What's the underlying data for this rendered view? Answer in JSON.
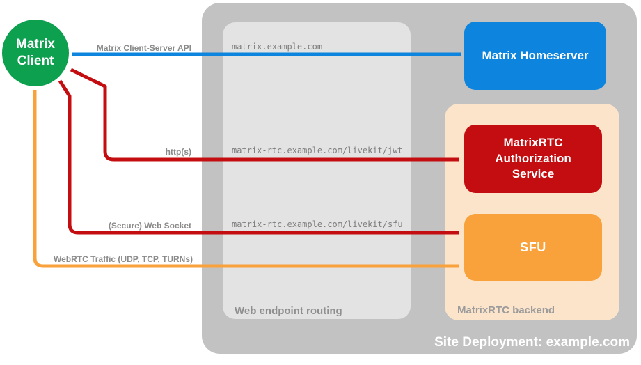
{
  "title": "MatrixRTC site deployment diagram",
  "colors": {
    "client_green": "#0ca04f",
    "homeserver_blue": "#0d84dd",
    "auth_red": "#c40d10",
    "sfu_orange": "#f9a23c",
    "backend_peach": "#fce4cb",
    "site_gray": "#c2c2c2",
    "routing_gray": "#e3e3e3",
    "label_gray": "#8a8a8a"
  },
  "client": {
    "label": "Matrix Client"
  },
  "containers": {
    "site": {
      "label": "Site Deployment: example.com"
    },
    "routing": {
      "label": "Web endpoint routing",
      "endpoints": [
        "matrix.example.com",
        "matrix-rtc.example.com/livekit/jwt",
        "matrix-rtc.example.com/livekit/sfu"
      ]
    },
    "backend": {
      "label": "MatrixRTC backend"
    }
  },
  "nodes": {
    "homeserver": {
      "label": "Matrix Homeserver"
    },
    "auth_service": {
      "label": "MatrixRTC Authorization Service"
    },
    "sfu": {
      "label": "SFU"
    }
  },
  "arrows": {
    "client_server_api": {
      "label": "Matrix Client-Server API",
      "direction": "bidirectional"
    },
    "https": {
      "label": "http(s)",
      "direction": "bidirectional"
    },
    "websocket": {
      "label": "(Secure) Web Socket",
      "direction": "bidirectional"
    },
    "webrtc": {
      "label": "WebRTC Traffic (UDP, TCP, TURNs)",
      "direction": "bidirectional"
    }
  }
}
